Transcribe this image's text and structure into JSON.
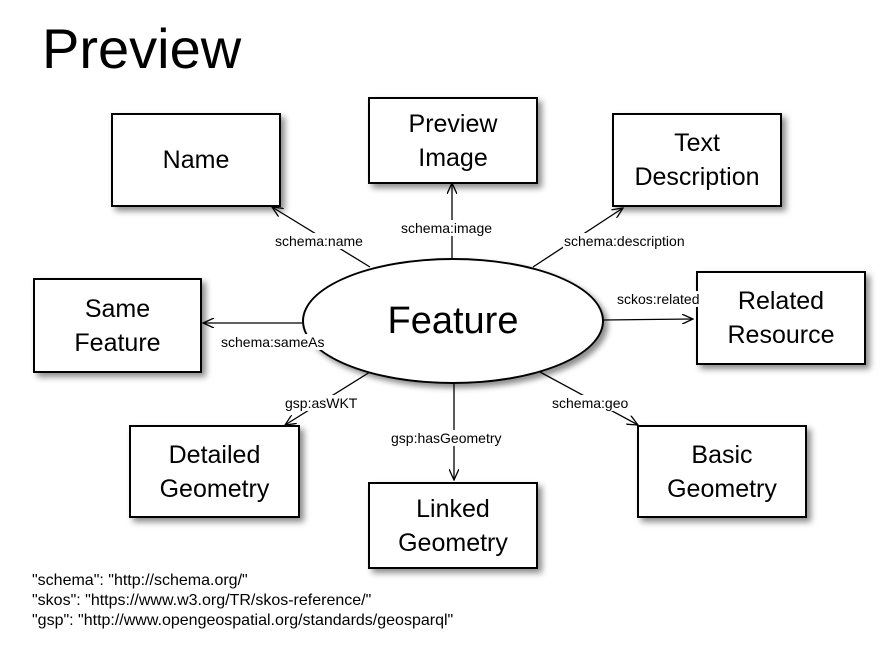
{
  "title": "Preview",
  "center": "Feature",
  "nodes": {
    "name": [
      "Name"
    ],
    "preview_image": [
      "Preview",
      "Image"
    ],
    "text_description": [
      "Text",
      "Description"
    ],
    "same_feature": [
      "Same",
      "Feature"
    ],
    "related_resource": [
      "Related",
      "Resource"
    ],
    "detailed_geometry": [
      "Detailed",
      "Geometry"
    ],
    "linked_geometry": [
      "Linked",
      "Geometry"
    ],
    "basic_geometry": [
      "Basic",
      "Geometry"
    ]
  },
  "edges": {
    "name": "schema:name",
    "image": "schema:image",
    "description": "schema:description",
    "same_as": "schema:sameAs",
    "related": "sckos:related",
    "as_wkt": "gsp:asWKT",
    "has_geometry": "gsp:hasGeometry",
    "geo": "schema:geo"
  },
  "namespaces": [
    "\"schema\": \"http://schema.org/\"",
    "\"skos\": \"https://www.w3.org/TR/skos-reference/\"",
    "\"gsp\": \"http://www.opengeospatial.org/standards/geosparql\""
  ]
}
